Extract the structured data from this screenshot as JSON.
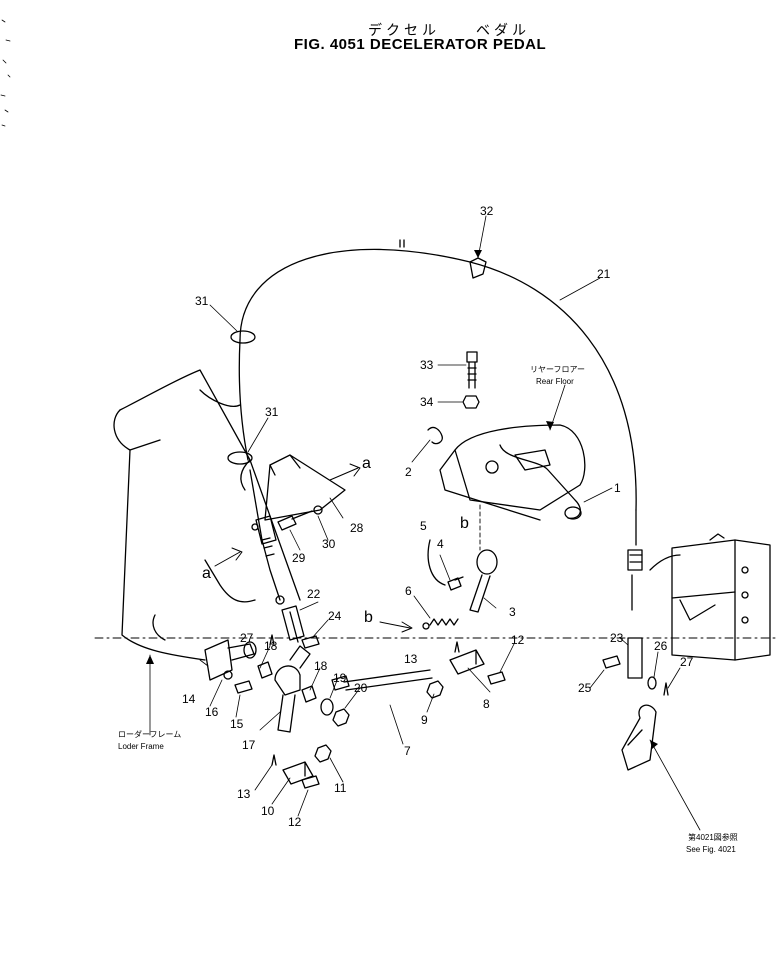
{
  "title": {
    "japanese": "デクセル　　ベダル",
    "english": "FIG. 4051  DECELERATOR PEDAL"
  },
  "notes": {
    "rear_floor_jp": "リヤーフロアー",
    "rear_floor_en": "Rear Floor",
    "loader_frame_jp": "ローダーフレーム",
    "loader_frame_en": "Loder Frame",
    "see_fig_jp": "第4021図参照",
    "see_fig_en": "See Fig. 4021"
  },
  "view_markers": {
    "a": "a",
    "b": "b"
  },
  "callouts": [
    "1",
    "2",
    "3",
    "4",
    "5",
    "6",
    "7",
    "8",
    "9",
    "10",
    "11",
    "12",
    "13",
    "14",
    "15",
    "16",
    "17",
    "18",
    "19",
    "20",
    "21",
    "22",
    "23",
    "24",
    "25",
    "26",
    "27",
    "28",
    "29",
    "30",
    "31",
    "32",
    "33",
    "34"
  ]
}
